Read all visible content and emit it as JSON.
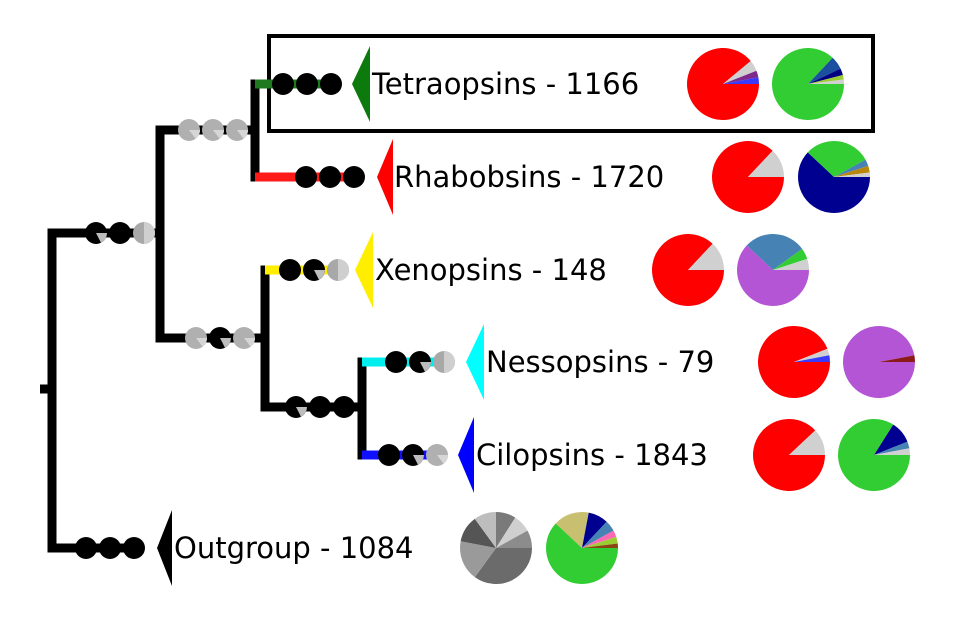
{
  "clades": [
    {
      "label": "Tetraopsins - 1166",
      "branch_color": "#1f7a1f",
      "triangle_color": "#0d7a0d",
      "highlighted": true,
      "support": [
        "full",
        "full",
        "full"
      ],
      "pie1": [
        [
          "#ff0000",
          0.89
        ],
        [
          "#d0d0d0",
          0.05
        ],
        [
          "#7f2a8a",
          0.03
        ],
        [
          "#3a3aff",
          0.03
        ]
      ],
      "pie2": [
        [
          "#32cd32",
          0.87
        ],
        [
          "#1b4fa0",
          0.06
        ],
        [
          "#000080",
          0.03
        ],
        [
          "#9acd32",
          0.02
        ],
        [
          "#d0d0d0",
          0.02
        ]
      ]
    },
    {
      "label": "Rhabobsins - 1720",
      "branch_color": "#ff1a1a",
      "triangle_color": "#ff0000",
      "highlighted": false,
      "support": [
        "full",
        "full",
        "full"
      ],
      "pie1": [
        [
          "#ff0000",
          0.87
        ],
        [
          "#d0d0d0",
          0.13
        ]
      ],
      "pie2": [
        [
          "#000090",
          0.62
        ],
        [
          "#32cd32",
          0.3
        ],
        [
          "#4682b4",
          0.03
        ],
        [
          "#b8860b",
          0.03
        ],
        [
          "#d0d0d0",
          0.02
        ]
      ]
    },
    {
      "label": "Xenopsins - 148",
      "branch_color": "#ffee00",
      "triangle_color": "#ffee00",
      "highlighted": false,
      "support": [
        "full",
        "most",
        "half"
      ],
      "pie1": [
        [
          "#ff0000",
          0.87
        ],
        [
          "#d0d0d0",
          0.13
        ]
      ],
      "pie2": [
        [
          "#b355d4",
          0.62
        ],
        [
          "#4682b4",
          0.28
        ],
        [
          "#32cd32",
          0.05
        ],
        [
          "#d0d0d0",
          0.05
        ]
      ]
    },
    {
      "label": "Nessopsins - 79",
      "branch_color": "#00eeee",
      "triangle_color": "#00ffff",
      "highlighted": false,
      "support": [
        "full",
        "most",
        "half"
      ],
      "pie1": [
        [
          "#ff0000",
          0.94
        ],
        [
          "#d0d0d0",
          0.03
        ],
        [
          "#3a3aff",
          0.03
        ]
      ],
      "pie2": [
        [
          "#b355d4",
          0.97
        ],
        [
          "#8b1a1a",
          0.03
        ]
      ]
    },
    {
      "label": "Cilopsins - 1843",
      "branch_color": "#1010ff",
      "triangle_color": "#0000ff",
      "highlighted": false,
      "support": [
        "full",
        "most",
        "none"
      ],
      "pie1": [
        [
          "#ff0000",
          0.88
        ],
        [
          "#d0d0d0",
          0.12
        ]
      ],
      "pie2": [
        [
          "#32cd32",
          0.84
        ],
        [
          "#000090",
          0.1
        ],
        [
          "#4682b4",
          0.03
        ],
        [
          "#d0d0d0",
          0.03
        ]
      ]
    },
    {
      "label": "Outgroup - 1084",
      "branch_color": "#000000",
      "triangle_color": "#000000",
      "highlighted": false,
      "support": [
        "full",
        "full",
        "full"
      ],
      "pie1": [
        [
          "#6b6b6b",
          0.35
        ],
        [
          "#9a9a9a",
          0.18
        ],
        [
          "#555555",
          0.12
        ],
        [
          "#bdbdbd",
          0.1
        ],
        [
          "#7a7a7a",
          0.09
        ],
        [
          "#cfcfcf",
          0.08
        ],
        [
          "#8c8c8c",
          0.08
        ]
      ],
      "pie2": [
        [
          "#32cd32",
          0.62
        ],
        [
          "#c8c070",
          0.16
        ],
        [
          "#000090",
          0.09
        ],
        [
          "#4682b4",
          0.05
        ],
        [
          "#ff69b4",
          0.03
        ],
        [
          "#9acd32",
          0.03
        ],
        [
          "#8b4513",
          0.02
        ]
      ]
    }
  ],
  "internal_nodes": [
    {
      "name": "root-node",
      "support": [
        "most",
        "full",
        "half"
      ]
    },
    {
      "name": "tetra-rhab-node",
      "support": [
        "none",
        "none",
        "none"
      ]
    },
    {
      "name": "xeno-ness-cil-node",
      "support": [
        "none",
        "most",
        "none"
      ]
    },
    {
      "name": "ness-cil-node",
      "support": [
        "most",
        "full",
        "full"
      ]
    }
  ]
}
